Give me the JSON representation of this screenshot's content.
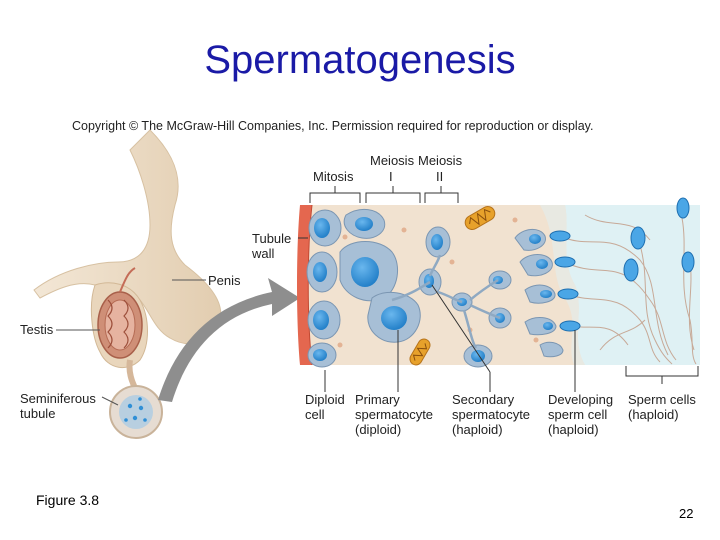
{
  "slide": {
    "title": "Spermatogenesis",
    "copyright": "Copyright © The McGraw-Hill Companies, Inc. Permission required for reproduction or display.",
    "figure_label": "Figure 3.8",
    "page_number": "22"
  },
  "labels": {
    "mitosis": "Mitosis",
    "meiosis": "Meiosis",
    "meiosis_i": "I",
    "meiosis_ii": "II",
    "tubule_wall": [
      "Tubule",
      "wall"
    ],
    "penis": "Penis",
    "testis": "Testis",
    "seminiferous_tubule": [
      "Seminiferous",
      "tubule"
    ],
    "diploid_cell": [
      "Diploid",
      "cell"
    ],
    "primary_spermatocyte": [
      "Primary",
      "spermatocyte",
      "(diploid)"
    ],
    "secondary_spermatocyte": [
      "Secondary",
      "spermatocyte",
      "(haploid)"
    ],
    "developing_sperm": [
      "Developing",
      "sperm cell",
      "(haploid)"
    ],
    "sperm_cells": [
      "Sperm cells",
      "(haploid)"
    ]
  },
  "colors": {
    "title": "#1a1aa6",
    "cell_body": "#a7bfd6",
    "nucleus": "#2f8fd6",
    "tissue": "#f1e2d0",
    "lumen": "#dff1f4",
    "tubule_wall": "#e4674f",
    "skin": "#ecdcc6"
  }
}
